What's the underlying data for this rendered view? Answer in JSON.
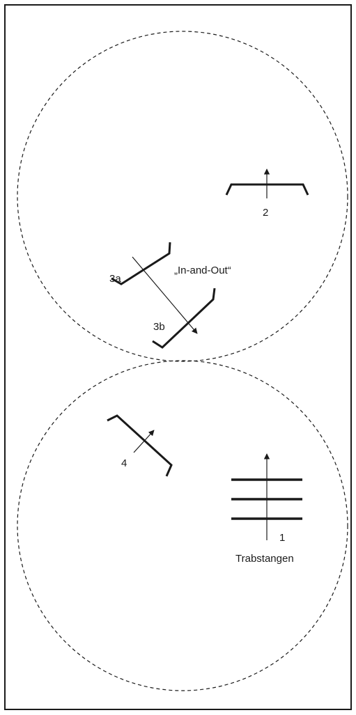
{
  "diagram": {
    "labels": {
      "obstacle_1": "1",
      "obstacle_2": "2",
      "obstacle_3a": "3a",
      "obstacle_3b": "3b",
      "obstacle_4": "4",
      "in_and_out": "„In-and-Out“",
      "trabstangen": "Trabstangen"
    },
    "colors": {
      "stroke": "#1a1a1a",
      "background": "#ffffff"
    }
  }
}
